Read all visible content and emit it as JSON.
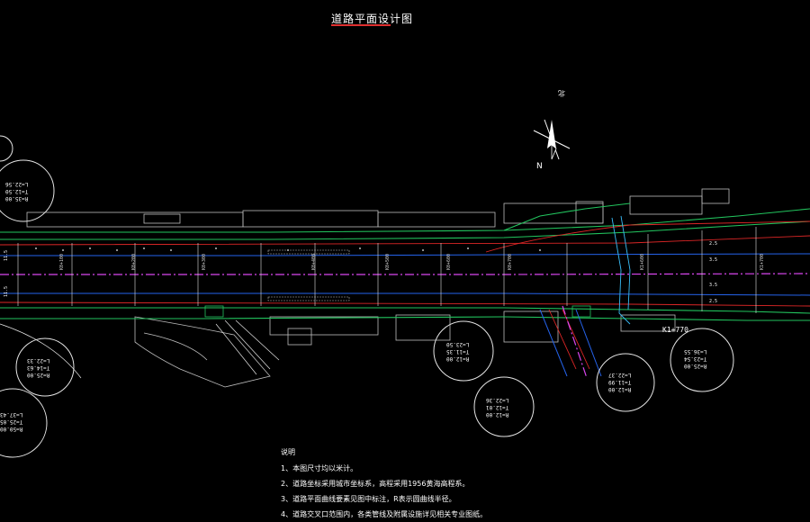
{
  "drawing": {
    "title": "道路平面设计图",
    "north_label": "北",
    "north_letter": "N",
    "chainage_end": "K1+770",
    "notes_heading": "说明",
    "notes": [
      "1、本图尺寸均以米计。",
      "2、道路坐标采用城市坐标系，高程采用1956黄海高程系。",
      "3、道路平面曲线要素见图中标注，R表示圆曲线半径。",
      "4、道路交叉口范围内，各类管线及附属设施详见相关专业图纸。"
    ],
    "curve_labels": [
      {
        "id": "c1",
        "lines": [
          "R=35.00",
          "T=12.50",
          "L=22.56"
        ]
      },
      {
        "id": "c2",
        "lines": [
          "R=25.00",
          "T=14.63",
          "L=22.33"
        ]
      },
      {
        "id": "c3",
        "lines": [
          "R=50.00",
          "T=25.05",
          "L=37.43"
        ]
      },
      {
        "id": "c4",
        "lines": [
          "R=12.00",
          "T=11.35",
          "L=23.50"
        ]
      },
      {
        "id": "c5",
        "lines": [
          "R=12.00",
          "T=12.01",
          "L=22.36"
        ]
      },
      {
        "id": "c6",
        "lines": [
          "R=12.00",
          "T=11.99",
          "L=22.37"
        ]
      },
      {
        "id": "c7",
        "lines": [
          "R=25.00",
          "T=23.54",
          "L=36.55"
        ]
      }
    ]
  },
  "colors": {
    "background": "#000000",
    "road_edge_green": "#22c55e",
    "centerline_magenta": "#d946ef",
    "lane_blue": "#2563eb",
    "lane_red": "#dc2626",
    "building_white": "#cfcfcf",
    "title_underline": "#e03030"
  },
  "icons": {
    "north_arrow": "north-arrow-icon"
  }
}
